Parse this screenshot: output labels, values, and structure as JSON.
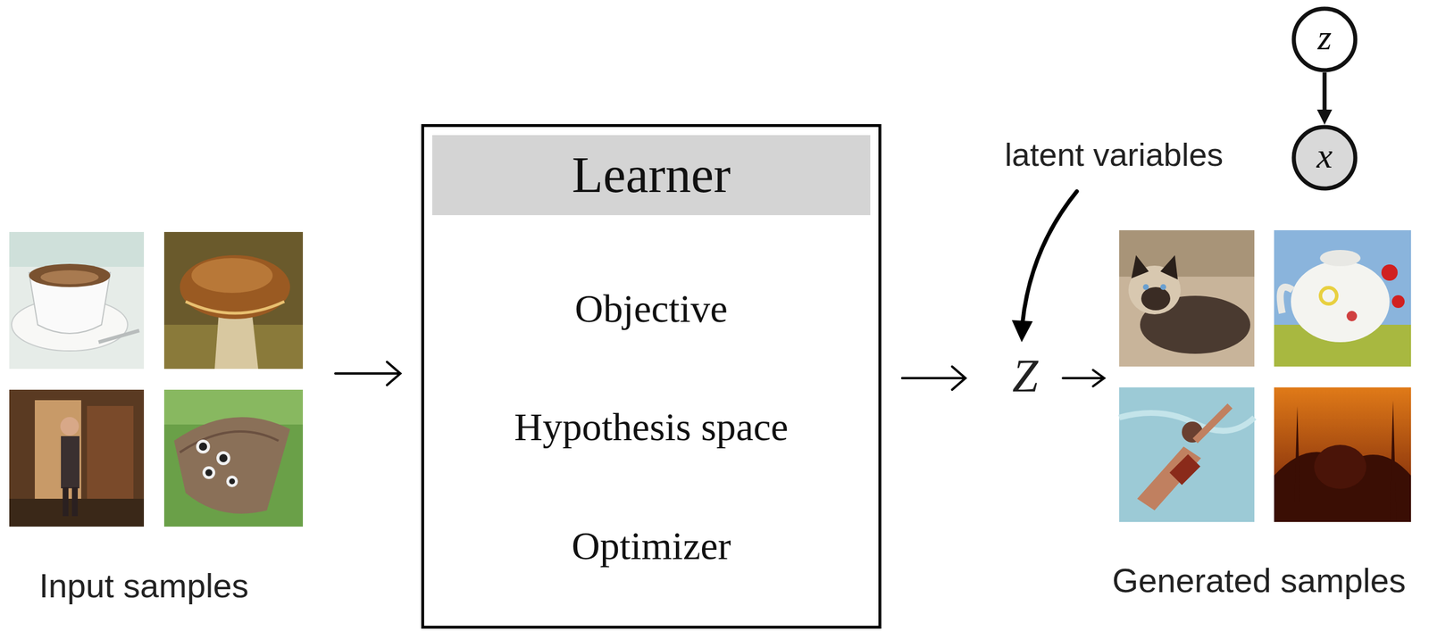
{
  "diagram": {
    "nodes": [
      {
        "text": [
          "Objective",
          "Hypothesis space",
          "Optimizer"
        ]
      },
      {
        "text": [
          "Learner"
        ],
        "in": 0
      },
      {
        "text": [
          "z"
        ]
      },
      {
        "text": [
          "x"
        ]
      }
    ],
    "edges": [
      {
        "from": 2,
        "to": 3,
        "arrow": "to"
      }
    ],
    "labels": [
      "Input samples",
      "latent variables",
      "Z",
      "Generated samples"
    ]
  }
}
